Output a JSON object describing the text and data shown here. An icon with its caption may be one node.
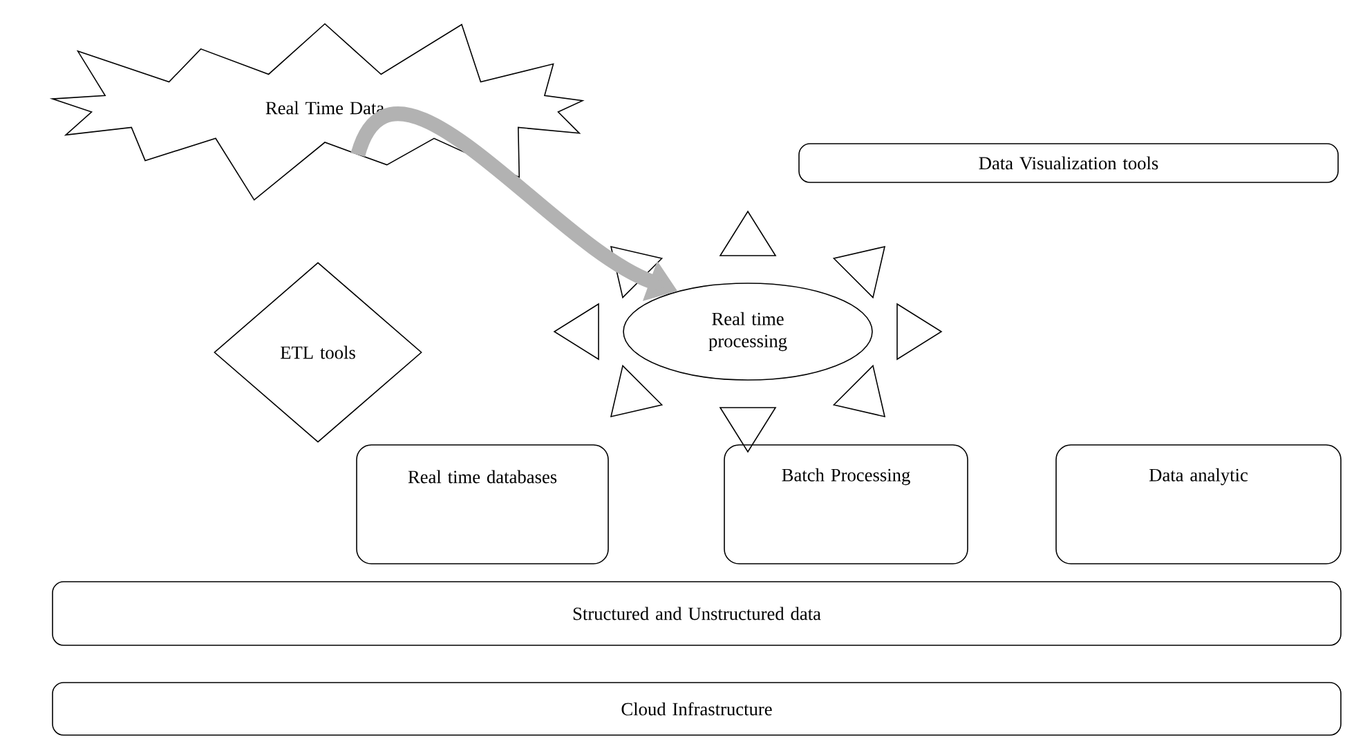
{
  "diagram": {
    "nodes": [
      {
        "text": [
          "Real Time Data"
        ]
      },
      {
        "text": [
          "Data Visualization tools"
        ]
      },
      {
        "text": [
          "Real time processing"
        ]
      },
      {
        "text": [
          "ETL tools"
        ]
      },
      {
        "text": [
          "Real time databases"
        ]
      },
      {
        "text": [
          "Batch Processing"
        ]
      },
      {
        "text": [
          "Data analytic"
        ]
      },
      {
        "text": [
          "Structured and Unstructured data"
        ]
      },
      {
        "text": [
          "Cloud Infrastructure"
        ]
      }
    ],
    "edges": [
      {
        "from": 0,
        "to": 2,
        "arrow": "to"
      }
    ]
  }
}
